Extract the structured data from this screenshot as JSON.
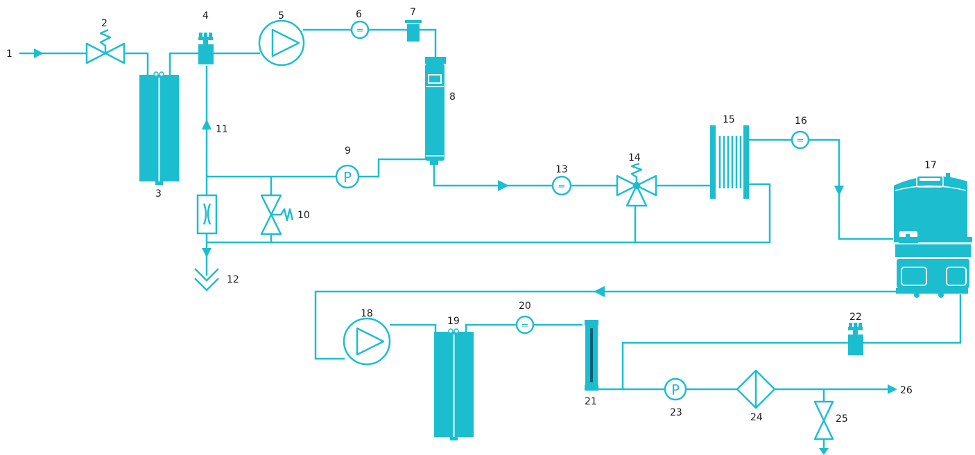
{
  "colors": {
    "accent": "#1dbdd0",
    "line": "#1dbdd0",
    "text": "#1a1a1a",
    "background": "#ffffff"
  },
  "labels": {
    "n1": "1",
    "n2": "2",
    "n3": "3",
    "n4": "4",
    "n5": "5",
    "n6": "6",
    "n7": "7",
    "n8": "8",
    "n9": "9",
    "n10": "10",
    "n11": "11",
    "n12": "12",
    "n13": "13",
    "n14": "14",
    "n15": "15",
    "n16": "16",
    "n17": "17",
    "n18": "18",
    "n19": "19",
    "n20": "20",
    "n21": "21",
    "n22": "22",
    "n23": "23",
    "n24": "24",
    "n25": "25",
    "n26": "26"
  },
  "symbols": {
    "flow_regulator": "=",
    "pressure_gauge": "P"
  }
}
